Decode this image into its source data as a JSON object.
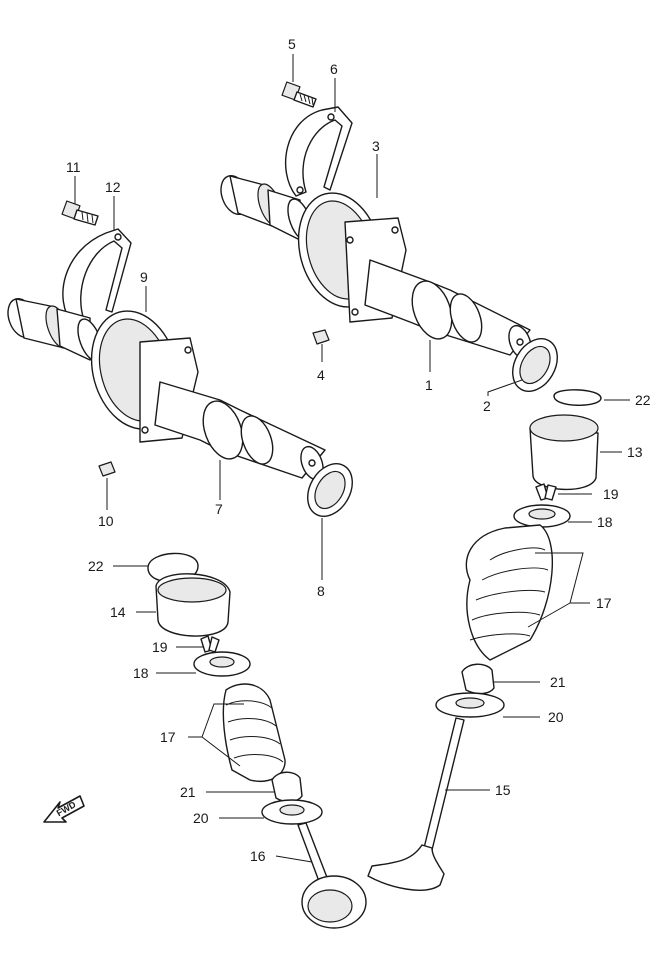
{
  "diagram": {
    "callouts": [
      {
        "id": "c1",
        "text": "1"
      },
      {
        "id": "c2",
        "text": "2"
      },
      {
        "id": "c3",
        "text": "3"
      },
      {
        "id": "c4",
        "text": "4"
      },
      {
        "id": "c5",
        "text": "5"
      },
      {
        "id": "c6",
        "text": "6"
      },
      {
        "id": "c7",
        "text": "7"
      },
      {
        "id": "c8",
        "text": "8"
      },
      {
        "id": "c9",
        "text": "9"
      },
      {
        "id": "c10",
        "text": "10"
      },
      {
        "id": "c11",
        "text": "11"
      },
      {
        "id": "c12",
        "text": "12"
      },
      {
        "id": "c13",
        "text": "13"
      },
      {
        "id": "c14",
        "text": "14"
      },
      {
        "id": "c15",
        "text": "15"
      },
      {
        "id": "c16",
        "text": "16"
      },
      {
        "id": "c17a",
        "text": "17"
      },
      {
        "id": "c17b",
        "text": "17"
      },
      {
        "id": "c18a",
        "text": "18"
      },
      {
        "id": "c18b",
        "text": "18"
      },
      {
        "id": "c19a",
        "text": "19"
      },
      {
        "id": "c19b",
        "text": "19"
      },
      {
        "id": "c20a",
        "text": "20"
      },
      {
        "id": "c20b",
        "text": "20"
      },
      {
        "id": "c21a",
        "text": "21"
      },
      {
        "id": "c21b",
        "text": "21"
      },
      {
        "id": "c22a",
        "text": "22"
      },
      {
        "id": "c22b",
        "text": "22"
      }
    ],
    "fwd_label": "FWD",
    "colors": {
      "line": "#1a1a1a",
      "background": "#ffffff",
      "shade": "#e9e9e9"
    }
  }
}
